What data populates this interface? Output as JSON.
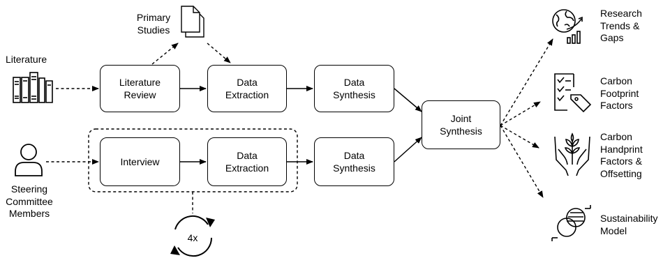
{
  "inputs": {
    "literature": "Literature",
    "primary_studies": "Primary\nStudies",
    "steering_committee": "Steering\nCommittee\nMembers"
  },
  "process": {
    "literature_review": "Literature\nReview",
    "data_extraction_top": "Data\nExtraction",
    "data_synthesis_top": "Data\nSynthesis",
    "interview": "Interview",
    "data_extraction_bottom": "Data\nExtraction",
    "data_synthesis_bottom": "Data\nSynthesis",
    "joint_synthesis": "Joint\nSynthesis",
    "repeat_count": "4x"
  },
  "outputs": [
    {
      "label": "Research\nTrends &\nGaps",
      "icon": "globe-chart-icon"
    },
    {
      "label": "Carbon\nFootprint\nFactors",
      "icon": "checklist-tag-icon"
    },
    {
      "label": "Carbon\nHandprint\nFactors &\nOffsetting",
      "icon": "hands-plant-icon"
    },
    {
      "label": "Sustainability\nModel",
      "icon": "venn-circles-icon"
    }
  ]
}
